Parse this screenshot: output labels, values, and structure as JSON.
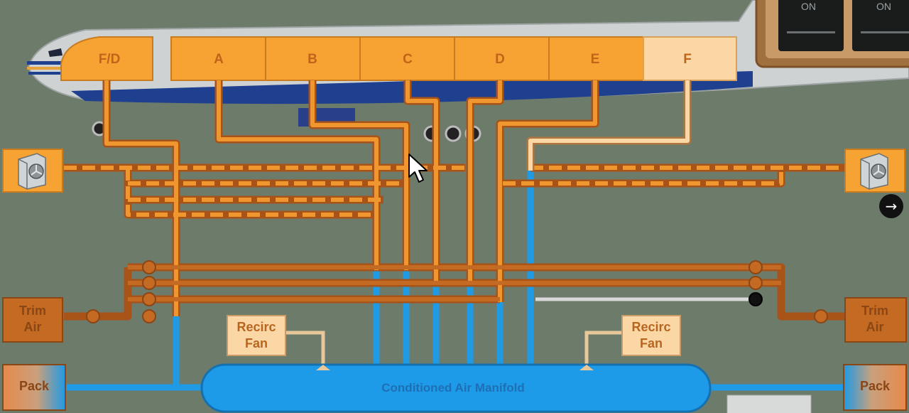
{
  "zones": [
    "F/D",
    "A",
    "B",
    "C",
    "D",
    "E",
    "F"
  ],
  "trim_air": {
    "left": "Trim\nAir",
    "right": "Trim\nAir"
  },
  "pack": {
    "left": "Pack",
    "right": "Pack"
  },
  "recirc_fan": {
    "left": "Recirc\nFan",
    "right": "Recirc\nFan"
  },
  "manifold_label": "Conditioned Air Manifold",
  "switch_panel": {
    "labels": [
      "ON",
      "ON"
    ]
  },
  "navigation": {
    "next_icon": "→"
  },
  "icons": [
    "fan-unit-icon",
    "arrow-right-icon",
    "mouse-cursor-icon"
  ],
  "colors": {
    "zone_fill": "#f7a334",
    "zone_fill_aft": "#fbd7a6",
    "duct_orange": "#f0962e",
    "duct_dark": "#a85318",
    "duct_blue": "#1f9ae5",
    "manifold": "#1e9be8",
    "fuselage_stripe": "#1f3f8f",
    "background": "#6d7b6b"
  }
}
